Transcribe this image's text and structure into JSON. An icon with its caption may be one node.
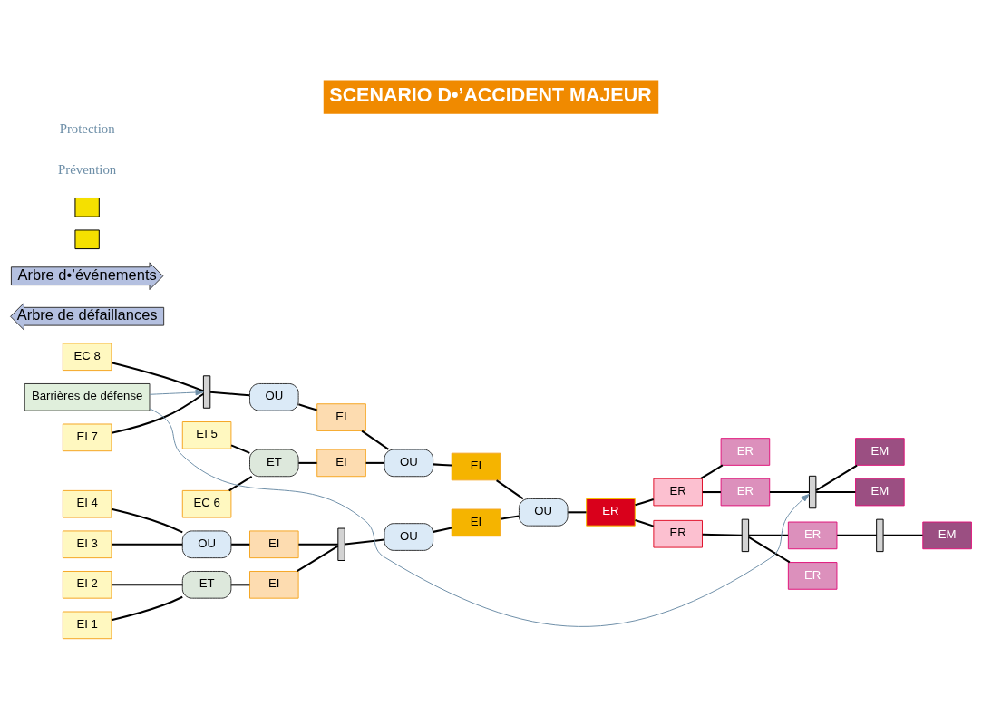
{
  "diagram": {
    "title": "SCENARIO D•’ACCIDENT MAJEUR",
    "nodes": [
      {
        "text": [
          "EI 1"
        ]
      },
      {
        "text": [
          "EI 2"
        ]
      },
      {
        "text": [
          "ET"
        ]
      },
      {
        "text": [
          "EI"
        ]
      },
      {
        "text": [
          "EI 3"
        ]
      },
      {
        "text": [
          "EI 4"
        ]
      },
      {
        "text": [
          "OU"
        ]
      },
      {
        "text": [
          "EI"
        ]
      },
      {
        "text": [],
        "shape": "bar"
      },
      {
        "text": [
          "OU"
        ]
      },
      {
        "text": [
          "EI"
        ]
      },
      {
        "text": [
          "EI 5"
        ]
      },
      {
        "text": [
          "EC 6"
        ]
      },
      {
        "text": [
          "ET"
        ]
      },
      {
        "text": [
          "EI"
        ]
      },
      {
        "text": [
          "EI 7"
        ]
      },
      {
        "text": [
          "EC 8"
        ]
      },
      {
        "text": [],
        "shape": "bar"
      },
      {
        "text": [
          "OU"
        ]
      },
      {
        "text": [
          "EI"
        ]
      },
      {
        "text": [
          "OU"
        ]
      },
      {
        "text": [
          "EI"
        ]
      },
      {
        "text": [
          "OU"
        ]
      },
      {
        "text": [
          "ER"
        ]
      },
      {
        "text": [
          "ER"
        ]
      },
      {
        "text": [],
        "shape": "bar"
      },
      {
        "text": [
          "ER"
        ]
      },
      {
        "text": [],
        "shape": "bar"
      },
      {
        "text": [
          "EM"
        ]
      },
      {
        "text": [
          "ER"
        ]
      },
      {
        "text": [
          "ER"
        ]
      },
      {
        "text": [
          "ER"
        ]
      },
      {
        "text": [
          "ER"
        ]
      },
      {
        "text": [],
        "shape": "bar"
      },
      {
        "text": [
          "EM"
        ]
      },
      {
        "text": [
          "EM"
        ]
      },
      {
        "text": [
          "Barrières de défense"
        ]
      },
      {
        "text": [
          "Arbre de défaillances"
        ]
      },
      {
        "text": [
          "Arbre d•’événements"
        ]
      },
      {
        "text": [],
        "shape": "box"
      },
      {
        "text": [],
        "shape": "box"
      }
    ],
    "edges": [
      {
        "from": 0,
        "to": 2,
        "arrow": "none"
      },
      {
        "from": 1,
        "to": 2,
        "arrow": "none"
      },
      {
        "from": 2,
        "to": 3,
        "arrow": "none"
      },
      {
        "from": 4,
        "to": 6,
        "arrow": "none"
      },
      {
        "from": 5,
        "to": 6,
        "arrow": "none"
      },
      {
        "from": 6,
        "to": 7,
        "arrow": "none"
      },
      {
        "from": 3,
        "to": 8,
        "arrow": "none"
      },
      {
        "from": 7,
        "to": 8,
        "arrow": "none"
      },
      {
        "from": 8,
        "to": 9,
        "arrow": "none"
      },
      {
        "from": 9,
        "to": 10,
        "arrow": "none"
      },
      {
        "from": 11,
        "to": 13,
        "arrow": "none"
      },
      {
        "from": 12,
        "to": 13,
        "arrow": "none"
      },
      {
        "from": 13,
        "to": 14,
        "arrow": "none"
      },
      {
        "from": 15,
        "to": 17,
        "arrow": "none"
      },
      {
        "from": 16,
        "to": 17,
        "arrow": "none"
      },
      {
        "from": 17,
        "to": 18,
        "arrow": "none"
      },
      {
        "from": 18,
        "to": 19,
        "arrow": "none"
      },
      {
        "from": 14,
        "to": 20,
        "arrow": "none"
      },
      {
        "from": 19,
        "to": 20,
        "arrow": "none"
      },
      {
        "from": 20,
        "to": 21,
        "arrow": "none"
      },
      {
        "from": 10,
        "to": 22,
        "arrow": "none"
      },
      {
        "from": 21,
        "to": 22,
        "arrow": "none"
      },
      {
        "from": 22,
        "to": 23,
        "arrow": "none"
      },
      {
        "from": 23,
        "to": 24,
        "arrow": "none"
      },
      {
        "from": 24,
        "to": 25,
        "arrow": "none"
      },
      {
        "from": 25,
        "to": 26,
        "arrow": "none"
      },
      {
        "from": 25,
        "to": 29,
        "arrow": "none"
      },
      {
        "from": 26,
        "to": 27,
        "arrow": "none"
      },
      {
        "from": 27,
        "to": 28,
        "arrow": "none"
      },
      {
        "from": 23,
        "to": 30,
        "arrow": "none"
      },
      {
        "from": 30,
        "to": 31,
        "arrow": "none"
      },
      {
        "from": 30,
        "to": 32,
        "arrow": "none"
      },
      {
        "from": 32,
        "to": 33,
        "arrow": "none"
      },
      {
        "from": 33,
        "to": 34,
        "arrow": "none"
      },
      {
        "from": 33,
        "to": 35,
        "arrow": "none"
      },
      {
        "from": 36,
        "to": 17,
        "arrow": "to",
        "color": "#6e8fa8"
      },
      {
        "from": 36,
        "to": 33,
        "arrow": "to",
        "color": "#6e8fa8"
      }
    ],
    "labels": [
      "Prévention",
      "Protection"
    ]
  }
}
